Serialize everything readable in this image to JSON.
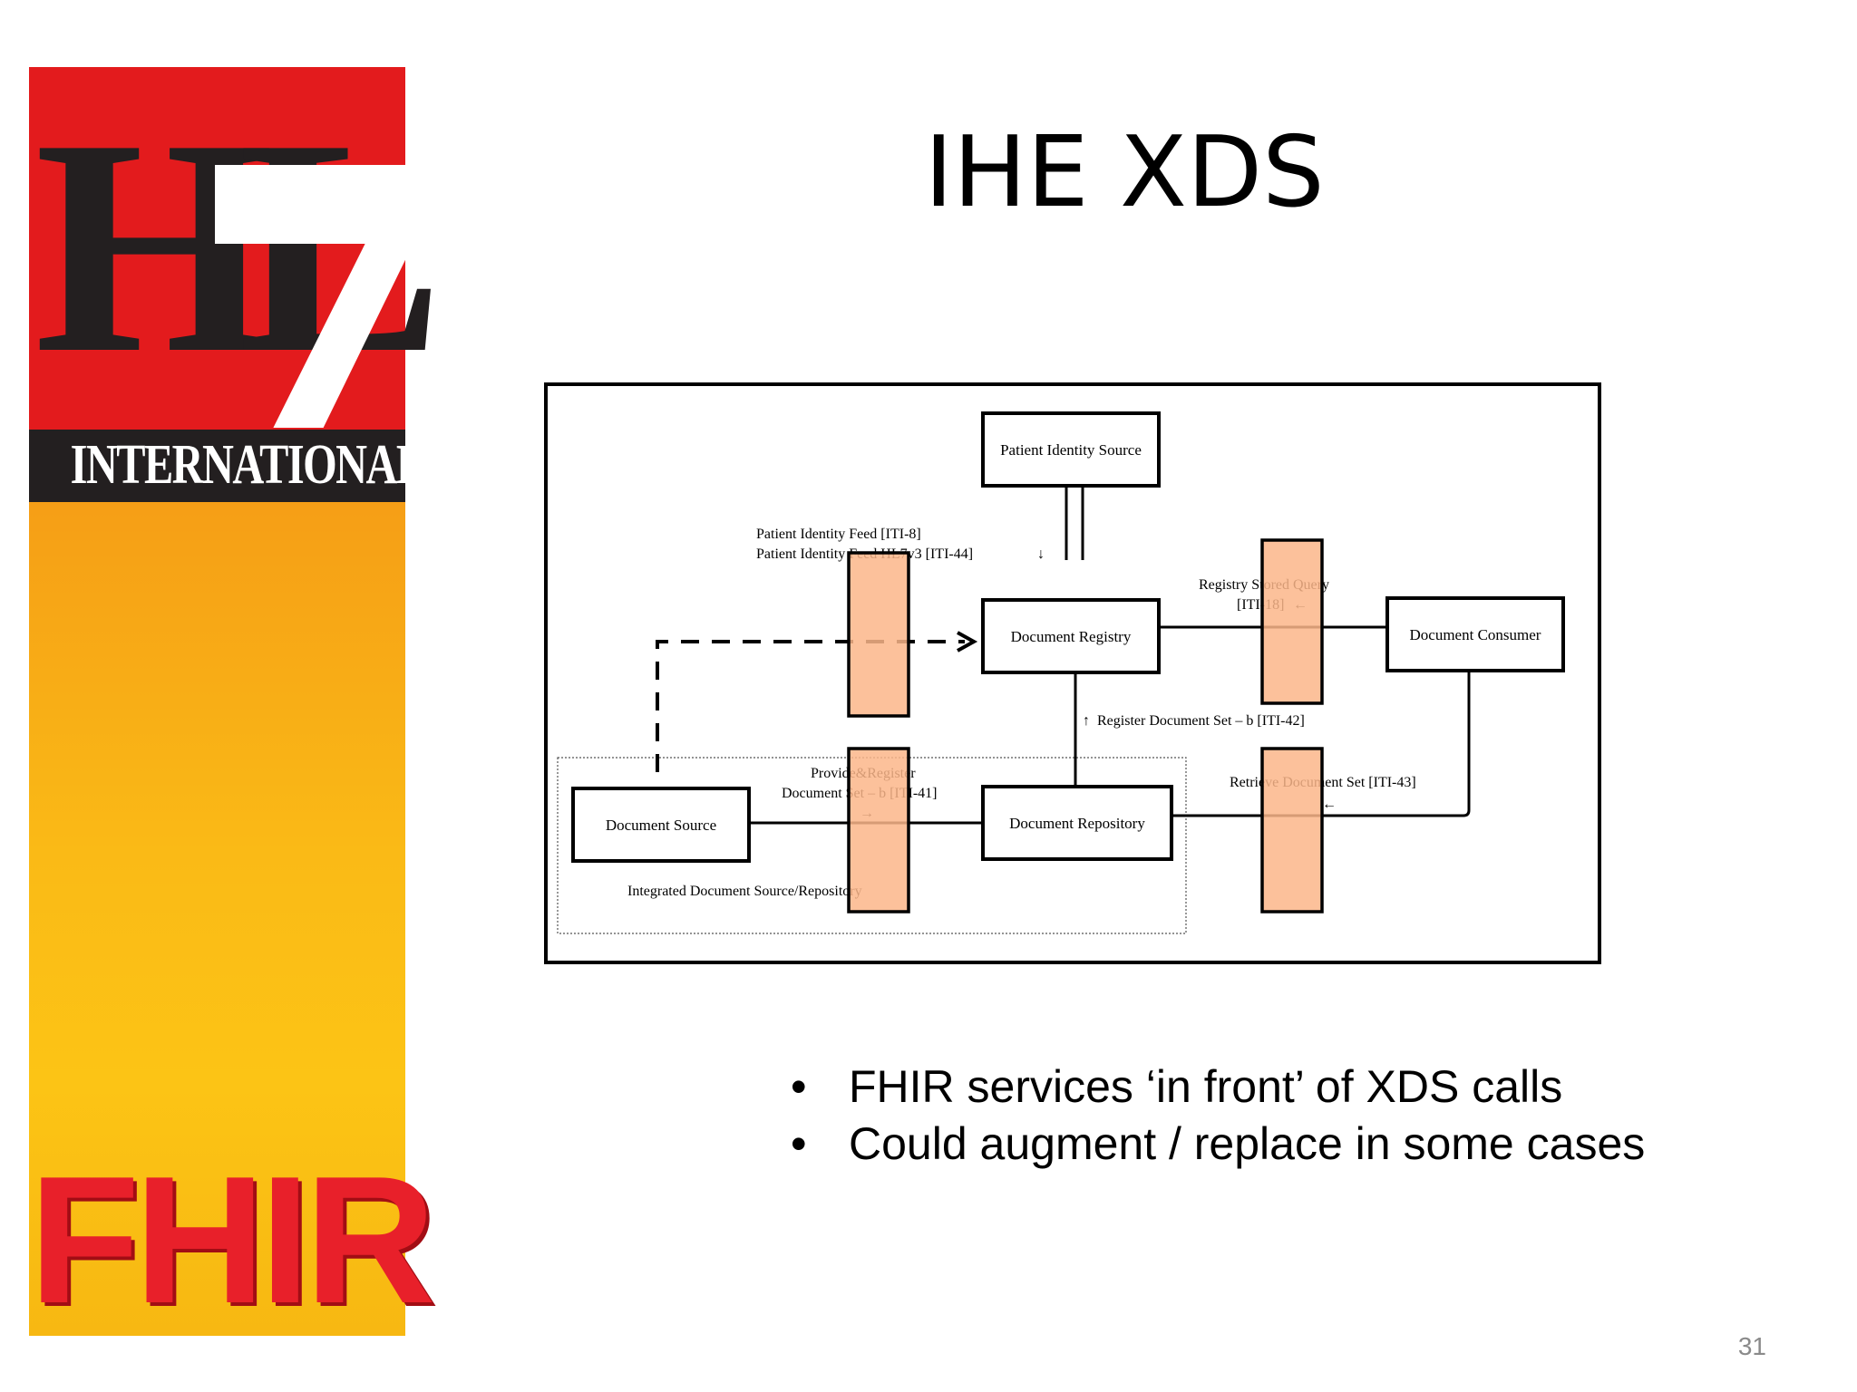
{
  "slide": {
    "title": "IHE XDS",
    "page_number": "31"
  },
  "logo": {
    "wordmark": "HL7",
    "subtitle": "INTERNATIONAL",
    "product": "FHIR",
    "colors": {
      "red": "#e31b1d",
      "black": "#231f20",
      "orange": "#f59a16",
      "yellow": "#fcc415"
    }
  },
  "diagram": {
    "nodes": {
      "patient_identity_source": "Patient Identity Source",
      "document_registry": "Document Registry",
      "document_consumer": "Document Consumer",
      "document_source": "Document Source",
      "document_repository": "Document Repository"
    },
    "group_label": "Integrated Document Source/Repository",
    "transactions": {
      "pif_line1": "Patient Identity Feed [ITI-8]",
      "pif_line2": "Patient Identity Feed HL7v3 [ITI-44]",
      "pif_arrow": "↓",
      "rsq_line1": "Registry Stored Query",
      "rsq_line2": "[ITI-18]",
      "rsq_arrow": "←",
      "rds_arrow": "↑",
      "rds": "Register Document Set – b [ITI-42]",
      "pr_line1": "Provide&Register",
      "pr_line2": "Document Set – b [ITI-41]",
      "pr_arrow": "→",
      "ret": "Retrieve Document Set [ITI-43]",
      "ret_arrow": "←"
    },
    "highlight_color": "#fbb68a"
  },
  "bullets": [
    "FHIR services ‘in front’ of XDS calls",
    "Could augment / replace in some cases"
  ]
}
